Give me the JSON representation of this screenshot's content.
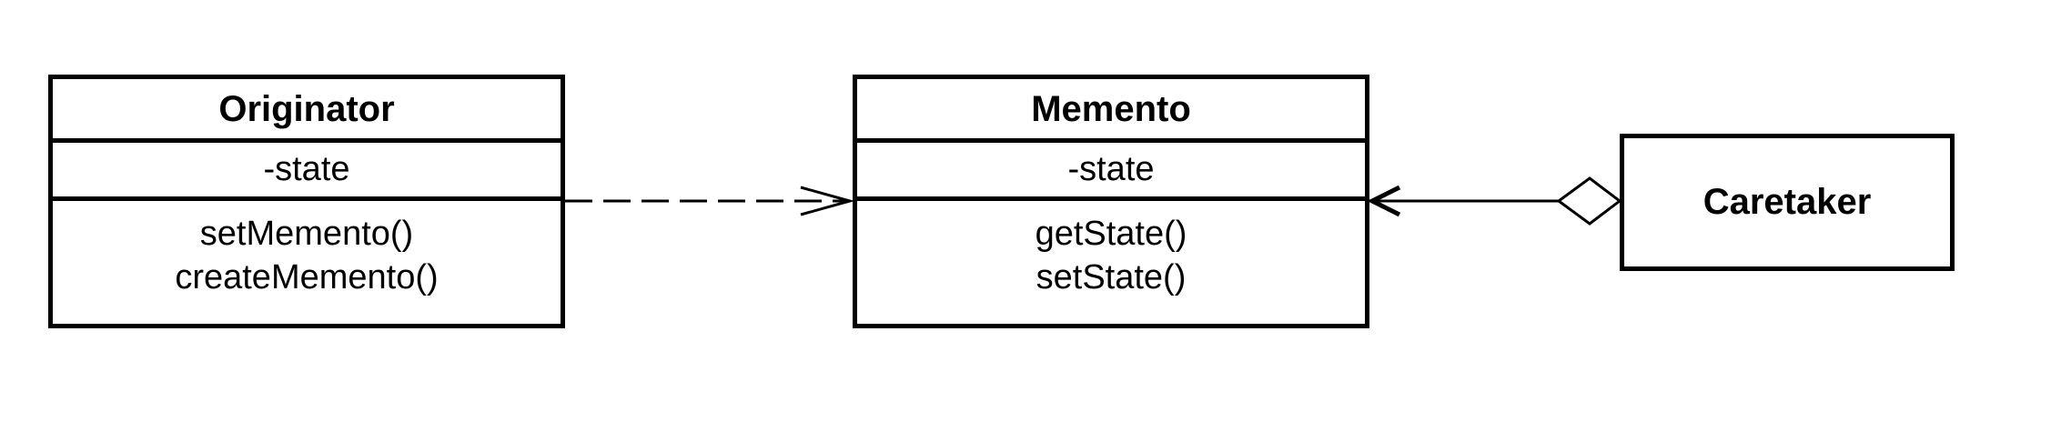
{
  "classes": {
    "originator": {
      "name": "Originator",
      "attributes": [
        "-state"
      ],
      "operations": [
        "setMemento()",
        "createMemento()"
      ]
    },
    "memento": {
      "name": "Memento",
      "attributes": [
        "-state"
      ],
      "operations": [
        "getState()",
        "setState()"
      ]
    },
    "caretaker": {
      "name": "Caretaker"
    }
  },
  "relationships": [
    {
      "from": "Originator",
      "to": "Memento",
      "kind": "dependency",
      "line": "dashed",
      "arrow": "open"
    },
    {
      "from": "Caretaker",
      "to": "Memento",
      "kind": "aggregation",
      "line": "solid",
      "arrow": "open",
      "source_end": "hollow-diamond"
    }
  ],
  "colors": {
    "stroke": "#000000",
    "background": "#ffffff"
  }
}
